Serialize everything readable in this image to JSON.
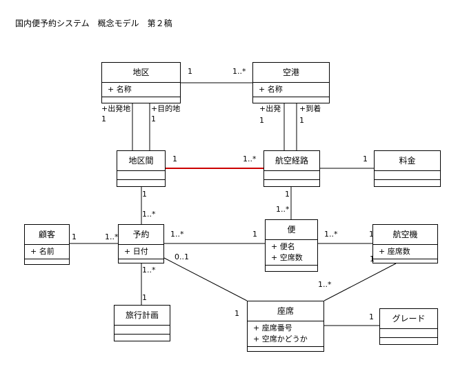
{
  "title": "国内便予約システム　概念モデル　第２稿",
  "classes": {
    "chiku": {
      "name": "地区",
      "attrs": [
        "+ 名称"
      ]
    },
    "kuko": {
      "name": "空港",
      "attrs": [
        "+ 名称"
      ]
    },
    "chikukan": {
      "name": "地区間",
      "attrs": []
    },
    "keiro": {
      "name": "航空経路",
      "attrs": []
    },
    "ryokin": {
      "name": "料金",
      "attrs": []
    },
    "kokyaku": {
      "name": "顧客",
      "attrs": [
        "+ 名前"
      ]
    },
    "yoyaku": {
      "name": "予約",
      "attrs": [
        "+ 日付"
      ]
    },
    "bin": {
      "name": "便",
      "attrs": [
        "+ 便名",
        "+ 空席数"
      ]
    },
    "kokuki": {
      "name": "航空機",
      "attrs": [
        "+ 座席数"
      ]
    },
    "ryokoukeikaku": {
      "name": "旅行計画",
      "attrs": []
    },
    "zaseki": {
      "name": "座席",
      "attrs": [
        "+ 座席番号",
        "+ 空席かどうか"
      ]
    },
    "grade": {
      "name": "グレード",
      "attrs": []
    }
  },
  "labels": {
    "chiku_kuko_1": "1",
    "chiku_kuko_many": "1..*",
    "chiku_role_dep": "+出発地",
    "chiku_role_dep_mult": "1",
    "chiku_role_dst": "+目的地",
    "chiku_role_dst_mult": "1",
    "kuko_role_dep": "+出発",
    "kuko_role_dep_mult": "1",
    "kuko_role_arr": "+到着",
    "kuko_role_arr_mult": "1",
    "chikukan_keiro_1": "1",
    "chikukan_keiro_many": "1..*",
    "keiro_ryokin_1": "1",
    "chikukan_yoyaku_1": "1",
    "chikukan_yoyaku_many": "1..*",
    "keiro_bin_1": "1",
    "keiro_bin_many": "1..*",
    "kokyaku_yoyaku_1": "1",
    "kokyaku_yoyaku_many": "1..*",
    "yoyaku_bin_many": "1..*",
    "yoyaku_bin_1": "1",
    "bin_kokuki_many": "1..*",
    "bin_kokuki_1": "1",
    "yoyaku_zaseki_opt": "0..1",
    "yoyaku_zaseki_1": "1",
    "yoyaku_plan_many": "1..*",
    "yoyaku_plan_1": "1",
    "kokuki_zaseki_1": "1",
    "kokuki_zaseki_many": "1..*",
    "zaseki_grade_1": "1"
  },
  "colors": {
    "highlight_line": "#cc0000",
    "line": "#000000"
  }
}
